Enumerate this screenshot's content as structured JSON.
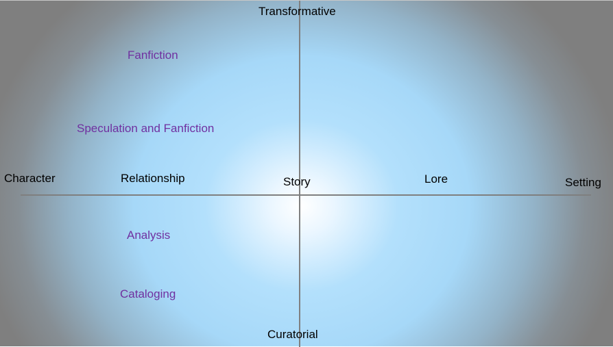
{
  "axes": {
    "top": "Transformative",
    "bottom": "Curatorial",
    "left": "Character",
    "right": "Setting"
  },
  "center": "Story",
  "axis_labels": {
    "relationship": "Relationship",
    "lore": "Lore"
  },
  "activities": [
    "Fanfiction",
    "Speculation and Fanfiction",
    "Analysis",
    "Cataloging"
  ],
  "colors": {
    "activity_text": "#7030a0",
    "axis_line": "#7f7f7f",
    "center": "#ffffff",
    "mid": "#a6d8f8",
    "edge": "#7f7f7f"
  }
}
